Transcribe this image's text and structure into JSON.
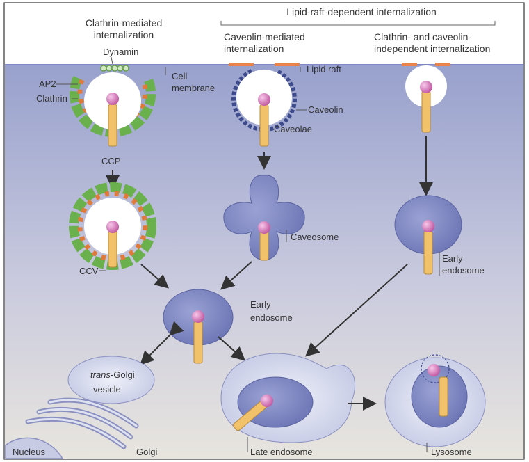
{
  "header": {
    "lipid_raft_group": "Lipid-raft-dependent internalization",
    "clathrin_title_1": "Clathrin-mediated",
    "clathrin_title_2": "internalization",
    "caveolin_title_1": "Caveolin-mediated",
    "caveolin_title_2": "internalization",
    "independent_title_1": "Clathrin- and caveolin-",
    "independent_title_2": "independent internalization"
  },
  "labels": {
    "dynamin": "Dynamin",
    "ap2": "AP2",
    "clathrin": "Clathrin",
    "cell_membrane_1": "Cell",
    "cell_membrane_2": "membrane",
    "ccp": "CCP",
    "ccv": "CCV",
    "lipid_raft": "Lipid raft",
    "caveolin": "Caveolin",
    "caveolae": "Caveolae",
    "caveosome": "Caveosome",
    "early_endosome_right_1": "Early",
    "early_endosome_right_2": "endosome",
    "early_endosome_center_1": "Early",
    "early_endosome_center_2": "endosome",
    "trans_golgi_italic": "trans",
    "trans_golgi_rest": "-Golgi",
    "trans_golgi_2": "vesicle",
    "nucleus": "Nucleus",
    "golgi": "Golgi",
    "late_endosome": "Late endosome",
    "lysosome": "Lysosome"
  },
  "colors": {
    "cytoplasm_top": "#9aa3cf",
    "cytoplasm_bottom": "#e6e3dc",
    "compartment_fill": "#7f88c2",
    "compartment_stroke": "#5a63a0",
    "ligand": "#d46fb8",
    "receptor": "#f2c26b",
    "clathrin": "#6ab04c",
    "ap2": "#e07a3a",
    "lipid_raft": "#e8834a",
    "caveolin": "#3d4a8c",
    "dynamin": "#7cbf5f"
  }
}
